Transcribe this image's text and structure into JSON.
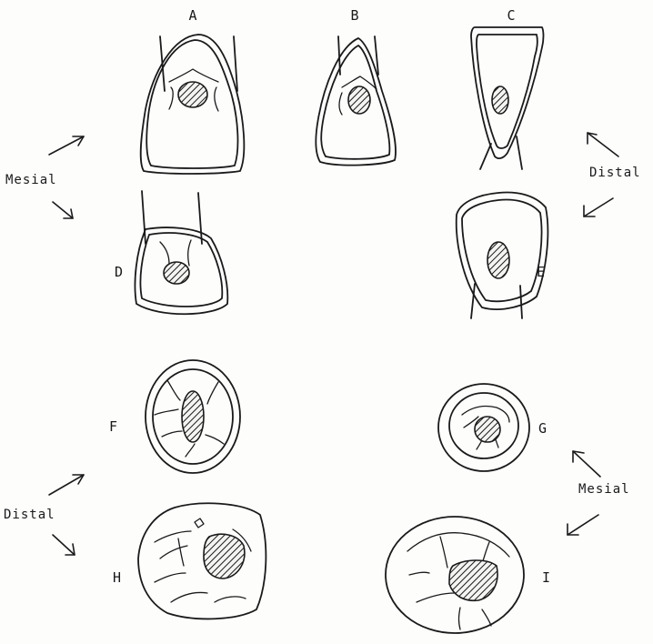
{
  "labels": {
    "a": "A",
    "b": "B",
    "c": "C",
    "d": "D",
    "e": "E",
    "f": "F",
    "g": "G",
    "h": "H",
    "i": "I"
  },
  "directions": {
    "top_left": "Mesial",
    "top_right": "Distal",
    "bottom_left": "Distal",
    "bottom_right": "Mesial"
  }
}
